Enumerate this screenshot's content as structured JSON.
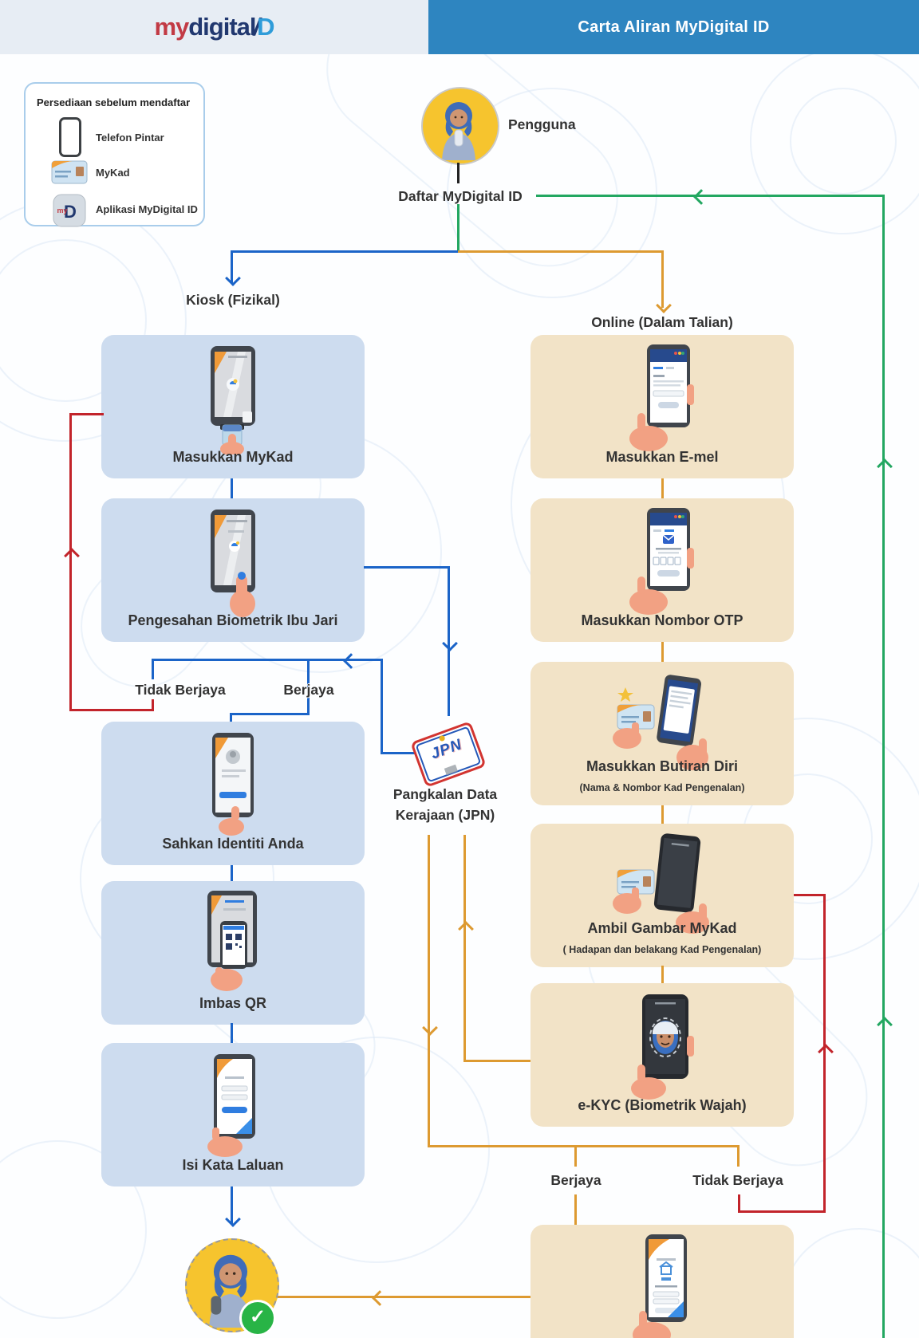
{
  "header": {
    "logo": {
      "my": "my",
      "digital": "digital",
      "slash": "/",
      "d": "D"
    },
    "title": "Carta Aliran MyDigital ID"
  },
  "legend": {
    "title": "Persediaan sebelum mendaftar",
    "items": [
      {
        "icon": "smartphone-icon",
        "label": "Telefon Pintar"
      },
      {
        "icon": "mykad-icon",
        "label": "MyKad"
      },
      {
        "icon": "mydigital-app-icon",
        "label": "Aplikasi MyDigital ID"
      }
    ]
  },
  "start": {
    "actor_label": "Pengguna",
    "action_label": "Daftar MyDigital ID"
  },
  "branches": {
    "kiosk": {
      "title": "Kiosk (Fizikal)",
      "steps": [
        {
          "caption": "Masukkan MyKad"
        },
        {
          "caption": "Pengesahan Biometrik Ibu Jari"
        },
        {
          "caption": "Sahkan Identiti Anda"
        },
        {
          "caption": "Imbas QR"
        },
        {
          "caption": "Isi Kata Laluan"
        }
      ],
      "decision": {
        "fail": "Tidak Berjaya",
        "success": "Berjaya"
      }
    },
    "online": {
      "title": "Online (Dalam Talian)",
      "steps": [
        {
          "caption": "Masukkan E-mel"
        },
        {
          "caption": "Masukkan Nombor OTP"
        },
        {
          "caption": "Masukkan Butiran Diri",
          "sub": "(Nama & Nombor Kad Pengenalan)"
        },
        {
          "caption": "Ambil Gambar MyKad",
          "sub": "( Hadapan dan belakang Kad Pengenalan)"
        },
        {
          "caption": "e-KYC (Biometrik Wajah)"
        }
      ],
      "decision": {
        "success": "Berjaya",
        "fail": "Tidak Berjaya"
      }
    }
  },
  "database": {
    "logo_text": "JPN",
    "label_line1": "Pangkalan Data",
    "label_line2": "Kerajaan (JPN)"
  },
  "colors": {
    "kiosk_branch": "#1b64c8",
    "online_branch": "#dd9a31",
    "fail_loop": "#c2242b",
    "success_loop": "#23a761",
    "node_kiosk": "#cddcef",
    "node_online": "#f2e3c7",
    "header_bar": "#2e85c0",
    "actor_circle": "#f6c42e"
  }
}
